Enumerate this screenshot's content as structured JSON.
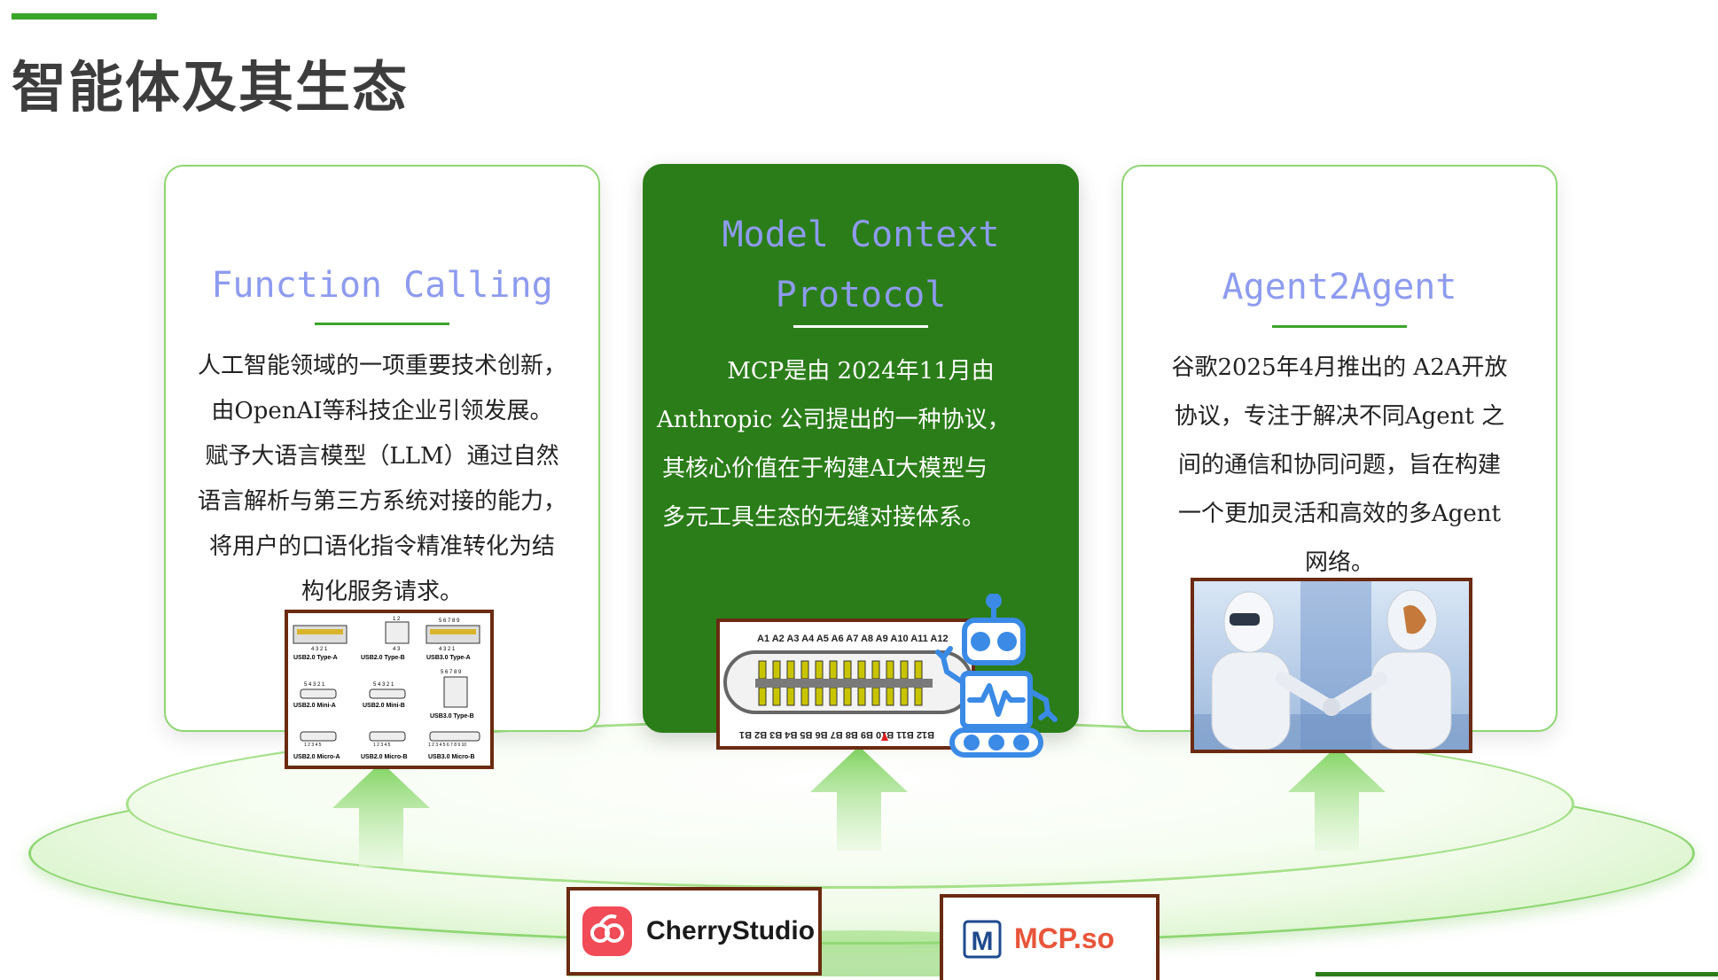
{
  "page": {
    "title": "智能体及其生态"
  },
  "cards": [
    {
      "title": "Function Calling",
      "body": [
        "人工智能领域的一项重要技术创新，",
        "由OpenAI等科技企业引领发展。",
        "赋予大语言模型（LLM）通过自然",
        "语言解析与第三方系统对接的能力，",
        "将用户的口语化指令精准转化为结",
        "构化服务请求。"
      ],
      "image": {
        "labels": [
          "USB2.0 Type-A",
          "USB2.0 Type-B",
          "USB3.0 Type-A",
          "USB2.0 Mini-A",
          "USB2.0 Mini-B",
          "USB3.0 Type-B",
          "USB2.0 Micro-A",
          "USB2.0 Micro-B",
          "USB3.0 Micro-B"
        ],
        "pins": [
          "4 3 2 1",
          "1 2",
          "5 6 7 8 9",
          "4 3",
          "4 3 2 1",
          "5 4 3 2 1",
          "5 4 3 2 1",
          "5 6 7 8 9",
          "1 2 3 4 5",
          "1 2 3 4 5",
          "1 2 3 4 5 6 7 8 9 10"
        ]
      }
    },
    {
      "title": "Model Context Protocol",
      "title_lines": [
        "Model Context",
        "Protocol"
      ],
      "body": [
        "MCP是由 2024年11月由",
        "Anthropic 公司提出的一种协议，",
        "其核心价值在于构建AI大模型与",
        "多元工具生态的无缝对接体系。"
      ],
      "image": {
        "top_pins": "A1 A2 A3 A4 A5 A6 A7 A8 A9 A10 A11 A12",
        "bottom_pins": "B12 B11 B10 B9 B8 B7 B6 B5 B4 B3 B2 B1"
      }
    },
    {
      "title": "Agent2Agent",
      "body": [
        "谷歌2025年4月推出的 A2A开放",
        "协议，专注于解决不同Agent 之",
        "间的通信和协同问题，旨在构建",
        "一个更加灵活和高效的多Agent",
        "网络。"
      ]
    }
  ],
  "logos": {
    "cherry": {
      "text": "CherryStudio",
      "color": "#1a1a1a",
      "icon_color": "#f04b57"
    },
    "mcpso": {
      "text": "MCP.so",
      "color": "#e8553a",
      "icon_color": "#1e4a8c"
    }
  },
  "colors": {
    "accent_green": "#3aa52a",
    "dark_green": "#2b7d19",
    "card_title_blue": "#8d9bef",
    "title_gray": "#3d3d3d",
    "ring_green": "#8fd673"
  }
}
